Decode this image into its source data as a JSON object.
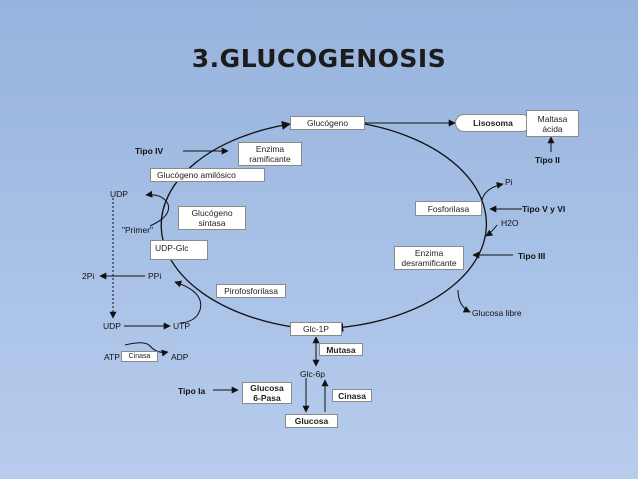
{
  "title": "3.GLUCOGENOSIS",
  "boxes": {
    "glucogeno": "Glucógeno",
    "lisosoma": "Lisosoma",
    "maltasa": "Maltasa\nácida",
    "enzima_ramificante": "Enzima\nramificante",
    "glucogeno_amilosico": "Glucógeno amilósico",
    "glucogeno_sintasa": "Glucógeno\nsintasa",
    "udp_glc": "UDP-Glc",
    "fosforilasa": "Fosforilasa",
    "enzima_desramificante": "Enzima\ndesramificante",
    "pirofosforilasa": "Pirofosforilasa",
    "glc_1p": "Glc-1P",
    "mutasa": "Mutasa",
    "glucosa_6_pasa": "Glucosa\n6-Pasa",
    "cinasa_bottom": "Cinasa",
    "glucosa": "Glucosa",
    "cinasa_small": "Cinasa"
  },
  "labels": {
    "tipo_iv": "Tipo IV",
    "tipo_ii": "Tipo II",
    "tipo_v_vi": "Tipo V y VI",
    "tipo_iii": "Tipo III",
    "tipo_ia": "Tipo Ia",
    "udp_top": "UDP",
    "primer": "\"Primer\"",
    "two_pi": "2Pi",
    "ppi": "PPi",
    "udp_bottom": "UDP",
    "utp": "UTP",
    "atp": "ATP",
    "adp": "ADP",
    "pi": "Pi",
    "h2o": "H2O",
    "glucosa_libre": "Glucosa libre",
    "glc_6p": "Glc-6p"
  }
}
